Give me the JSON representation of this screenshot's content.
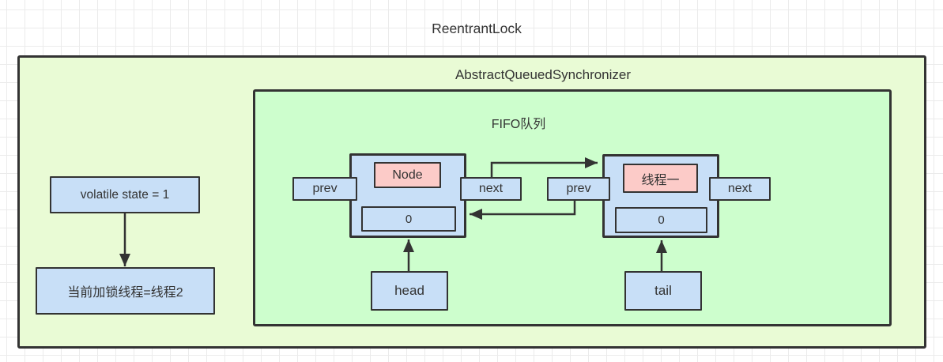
{
  "diagram": {
    "title": "ReentrantLock",
    "aqs": {
      "label": "AbstractQueuedSynchronizer",
      "state_text": "volatile state = 1",
      "owner_text": "当前加锁线程=线程2",
      "fifo": {
        "label": "FIFO队列",
        "head_label": "head",
        "tail_label": "tail",
        "nodes": [
          {
            "type": "Node",
            "value": "0",
            "prev_label": "prev",
            "next_label": "next"
          },
          {
            "type": "线程一",
            "value": "0",
            "prev_label": "prev",
            "next_label": "next"
          }
        ]
      }
    },
    "colors": {
      "canvas_background": "#FFFFFF",
      "grid_line": "#EBEBEB",
      "aqs_fill": "#E9FBD5",
      "fifo_fill": "#CDFECD",
      "node_fill": "#C8DFF7",
      "highlight_fill": "#FCCBC8",
      "border": "#333333",
      "text": "#333333"
    }
  }
}
